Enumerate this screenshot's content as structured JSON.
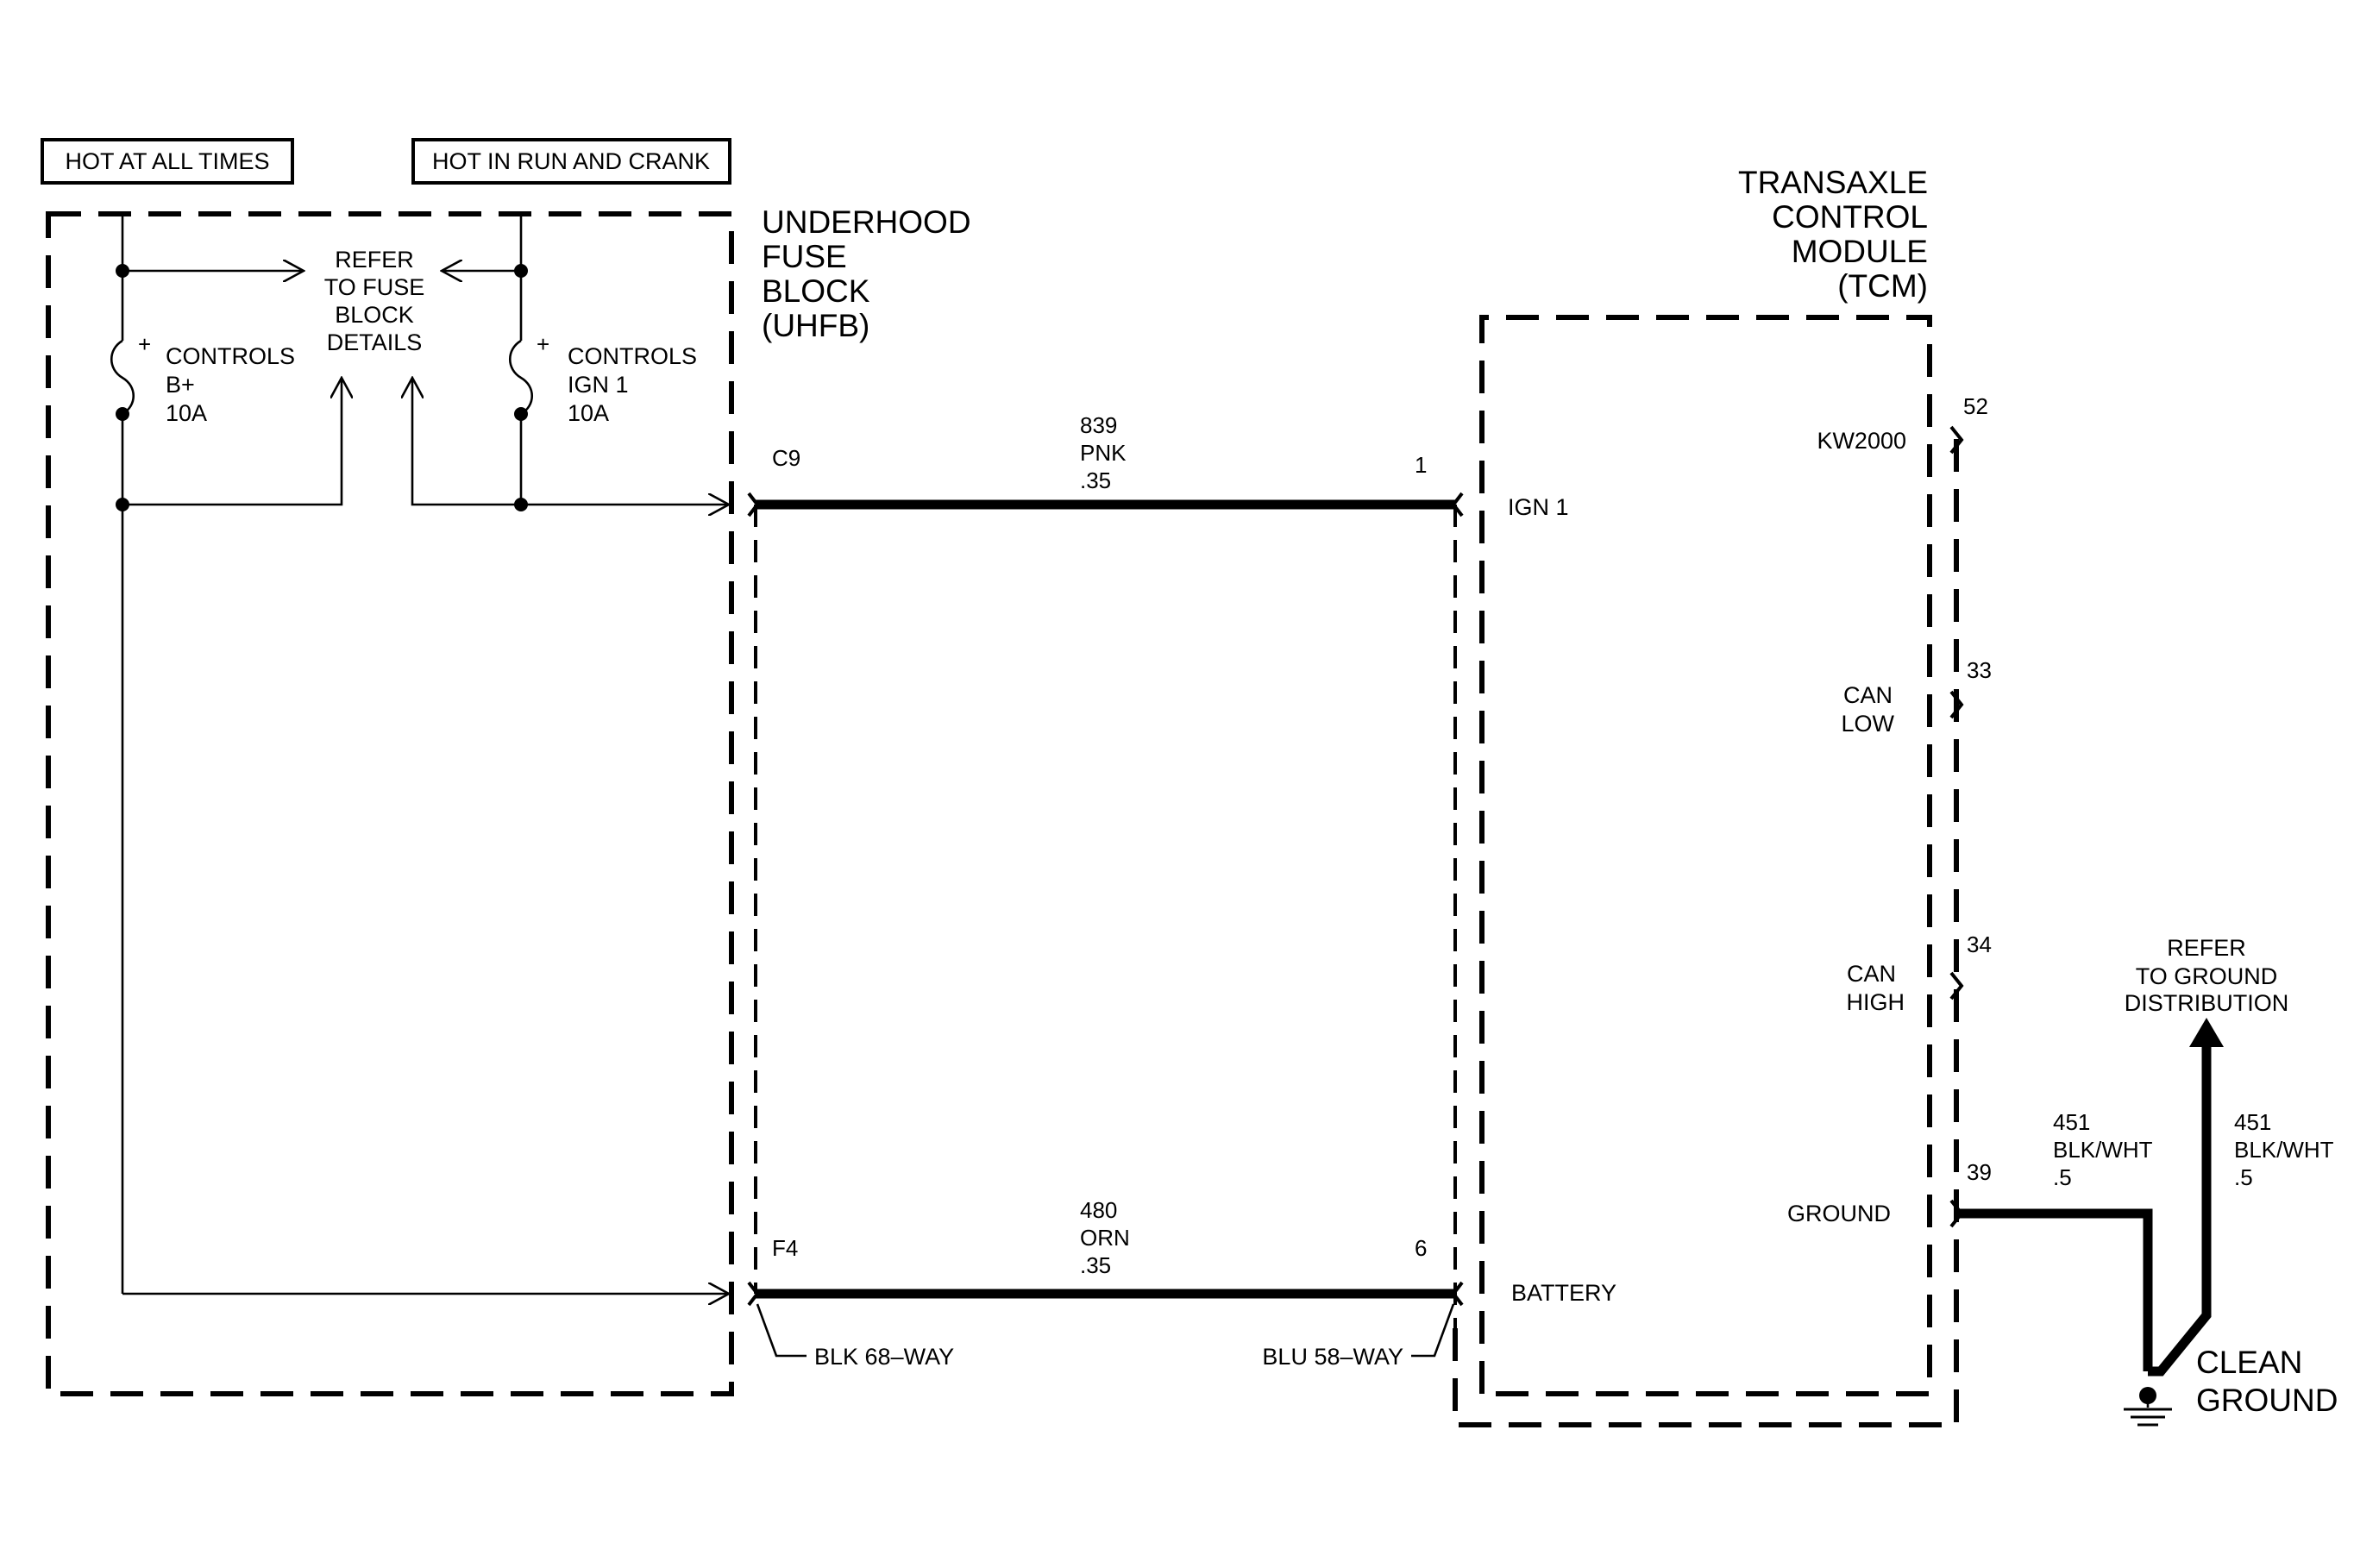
{
  "labels": {
    "hot_at_all_times": "HOT AT ALL TIMES",
    "hot_in_run_and_crank": "HOT IN RUN AND CRANK",
    "refer_fuse": [
      "REFER",
      "TO FUSE",
      "BLOCK",
      "DETAILS"
    ],
    "fuse_left": [
      "CONTROLS",
      "B+",
      "10A"
    ],
    "fuse_right": [
      "CONTROLS",
      "IGN 1",
      "10A"
    ],
    "fuse_polarity": "+",
    "uhfb_title": [
      "UNDERHOOD",
      "FUSE",
      "BLOCK",
      "(UHFB)"
    ],
    "tcm_title": [
      "TRANSAXLE",
      "CONTROL",
      "MODULE",
      "(TCM)"
    ],
    "refer_ground": [
      "REFER",
      "TO GROUND",
      "DISTRIBUTION"
    ],
    "clean_ground": [
      "CLEAN",
      "GROUND"
    ]
  },
  "connectors": {
    "c9": "C9",
    "f4": "F4",
    "tcm_pin_1": "1",
    "tcm_pin_6": "6",
    "blk_68way": "BLK 68–WAY",
    "blu_58way": "BLU 58–WAY"
  },
  "wires": {
    "ign": [
      "839",
      "PNK",
      ".35"
    ],
    "battery": [
      "480",
      "ORN",
      ".35"
    ],
    "ground_left": [
      "451",
      "BLK/WHT",
      ".5"
    ],
    "ground_right": [
      "451",
      "BLK/WHT",
      ".5"
    ]
  },
  "tcm_pins": {
    "ign1": "IGN 1",
    "battery": "BATTERY",
    "kw2000": "KW2000",
    "kw2000_pin": "52",
    "can_low": [
      "CAN",
      "LOW"
    ],
    "can_low_pin": "33",
    "can_high": [
      "CAN",
      "HIGH"
    ],
    "can_high_pin": "34",
    "ground": "GROUND",
    "ground_pin": "39"
  }
}
